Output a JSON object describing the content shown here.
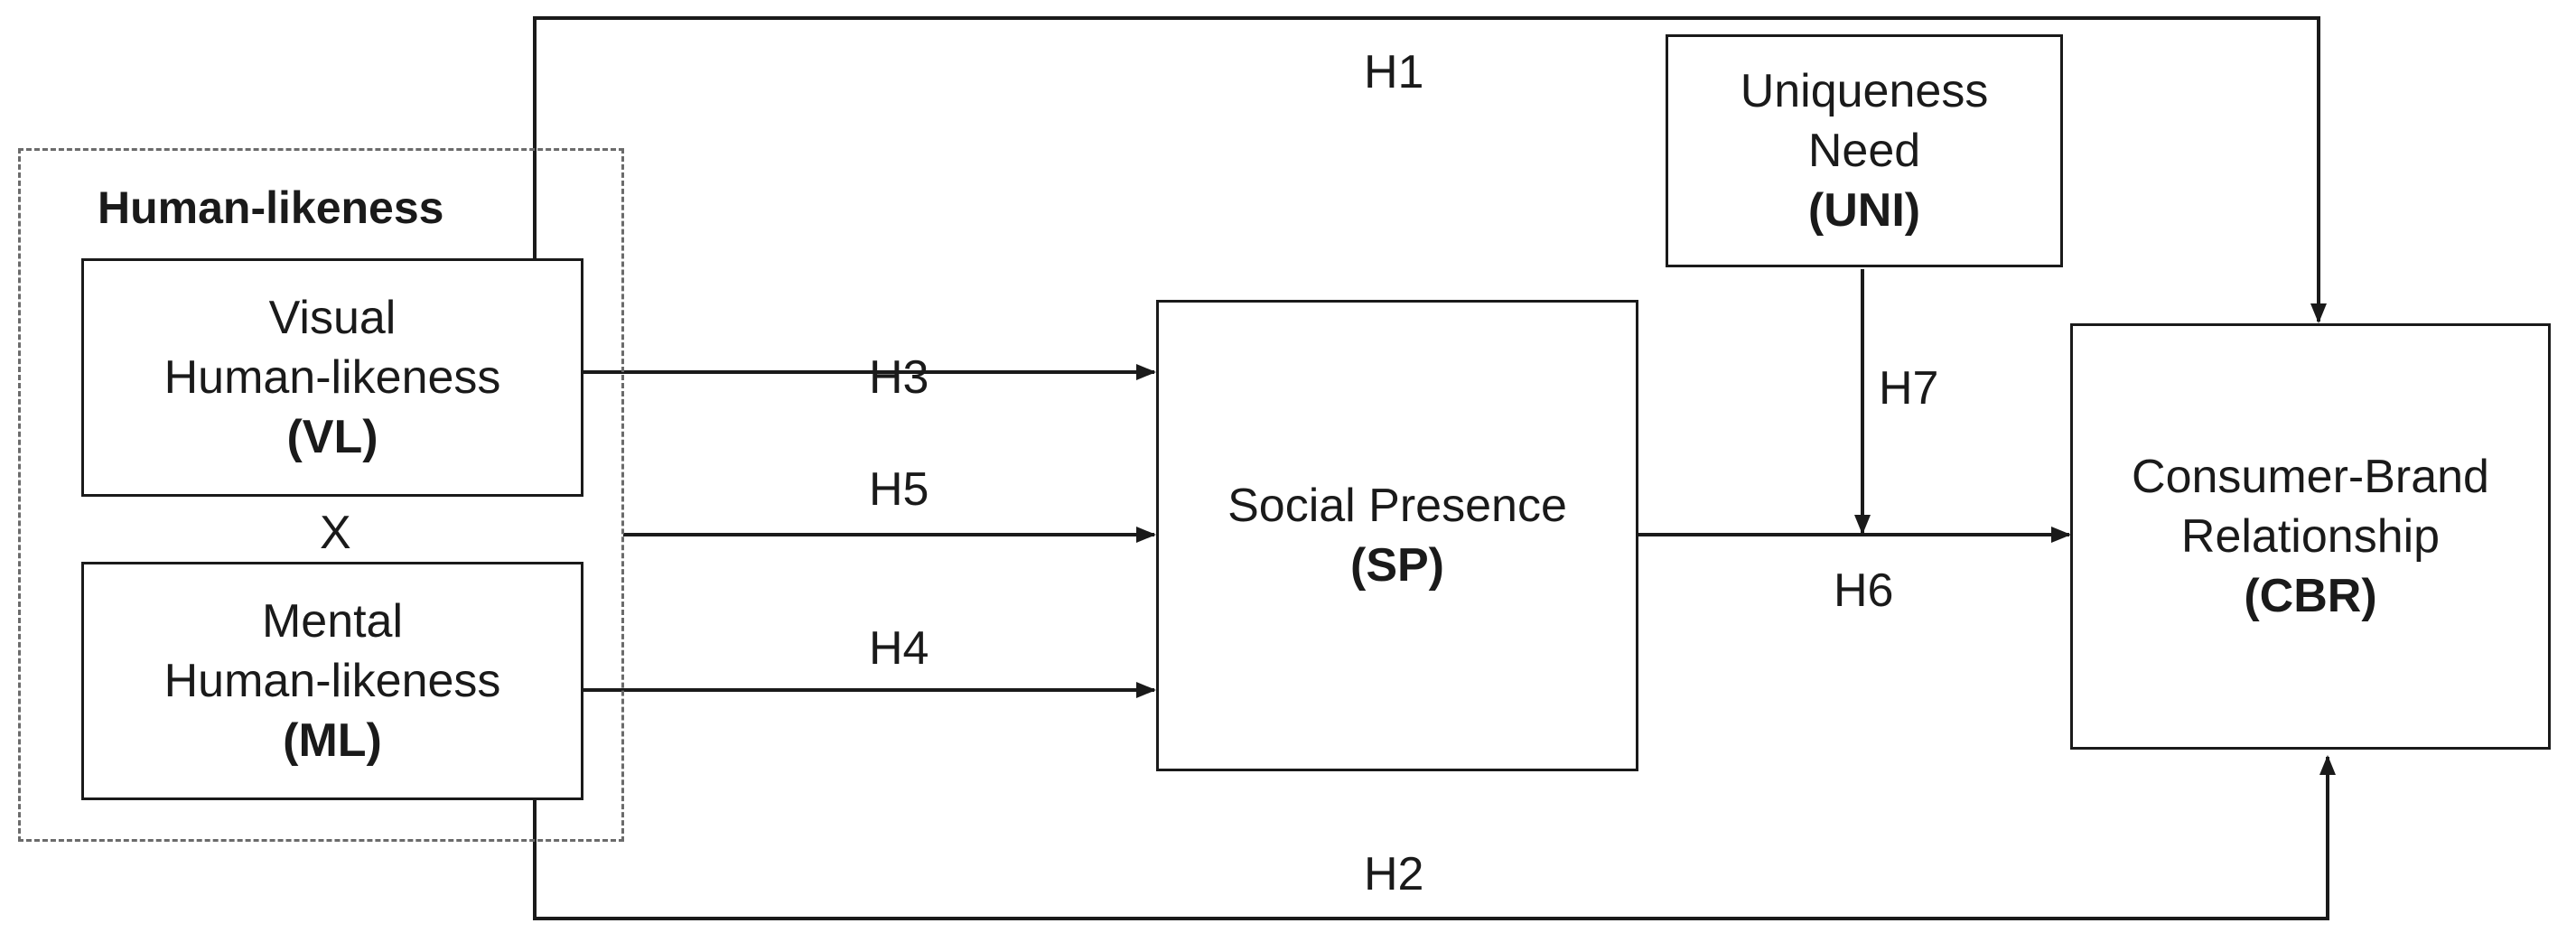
{
  "group": {
    "title": "Human-likeness"
  },
  "nodes": {
    "vl": {
      "line1": "Visual",
      "line2": "Human-likeness",
      "abbr": "(VL)"
    },
    "ml": {
      "line1": "Mental",
      "line2": "Human-likeness",
      "abbr": "(ML)"
    },
    "sp": {
      "line1": "Social Presence",
      "abbr": "(SP)"
    },
    "uni": {
      "line1": "Uniqueness",
      "line2": "Need",
      "abbr": "(UNI)"
    },
    "cbr": {
      "line1": "Consumer-Brand",
      "line2": "Relationship",
      "abbr": "(CBR)"
    }
  },
  "interaction_symbol": "X",
  "hypotheses": {
    "h1": "H1",
    "h2": "H2",
    "h3": "H3",
    "h4": "H4",
    "h5": "H5",
    "h6": "H6",
    "h7": "H7"
  },
  "colors": {
    "line": "#1a1a1a",
    "dashed_border": "#6b6b6b",
    "background": "#ffffff"
  }
}
